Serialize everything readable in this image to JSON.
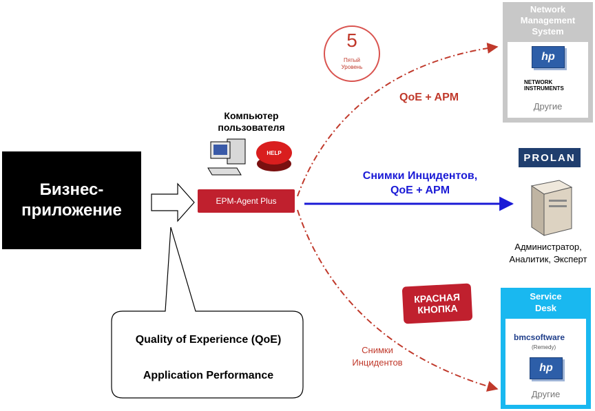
{
  "business_app": {
    "line1": "Бизнес-",
    "line2": "приложение"
  },
  "user_pc": {
    "line1": "Компьютер",
    "line2": "пользователя",
    "help_label": "HELP"
  },
  "agent": {
    "label": "EPM-Agent Plus"
  },
  "flows": {
    "top_label": "QoE + APM",
    "middle_line1": "Снимки Инцидентов,",
    "middle_line2": "QoE + APM",
    "bottom_line1": "Снимки",
    "bottom_line2": "Инцидентов"
  },
  "bubble": {
    "line1": "Quality of Experience (QoE)",
    "line2": "Application Performance"
  },
  "level5_logo": {
    "number": "5",
    "line1": "Пятый",
    "line2": "Уровень"
  },
  "red_button_logo": {
    "line1": "КРАСНАЯ",
    "line2": "КНОПКА"
  },
  "nms": {
    "title_line1": "Network",
    "title_line2": "Management",
    "title_line3": "System",
    "hp": "hp",
    "ni_line1": "NETWORK",
    "ni_line2": "INSTRUMENTS",
    "other": "Другие"
  },
  "prolan": {
    "label": "PROLAN"
  },
  "server": {
    "line1": "Администратор,",
    "line2": "Аналитик, Эксперт"
  },
  "service_desk": {
    "title_line1": "Service",
    "title_line2": "Desk",
    "bmc": "bmcsoftware",
    "remedy": "(Remedy)",
    "hp": "hp",
    "other": "Другие"
  },
  "colors": {
    "red": "#c0392b",
    "blue": "#1a1ad6",
    "service_desk": "#19b8f0",
    "nms_gray": "#c8c8c8"
  }
}
